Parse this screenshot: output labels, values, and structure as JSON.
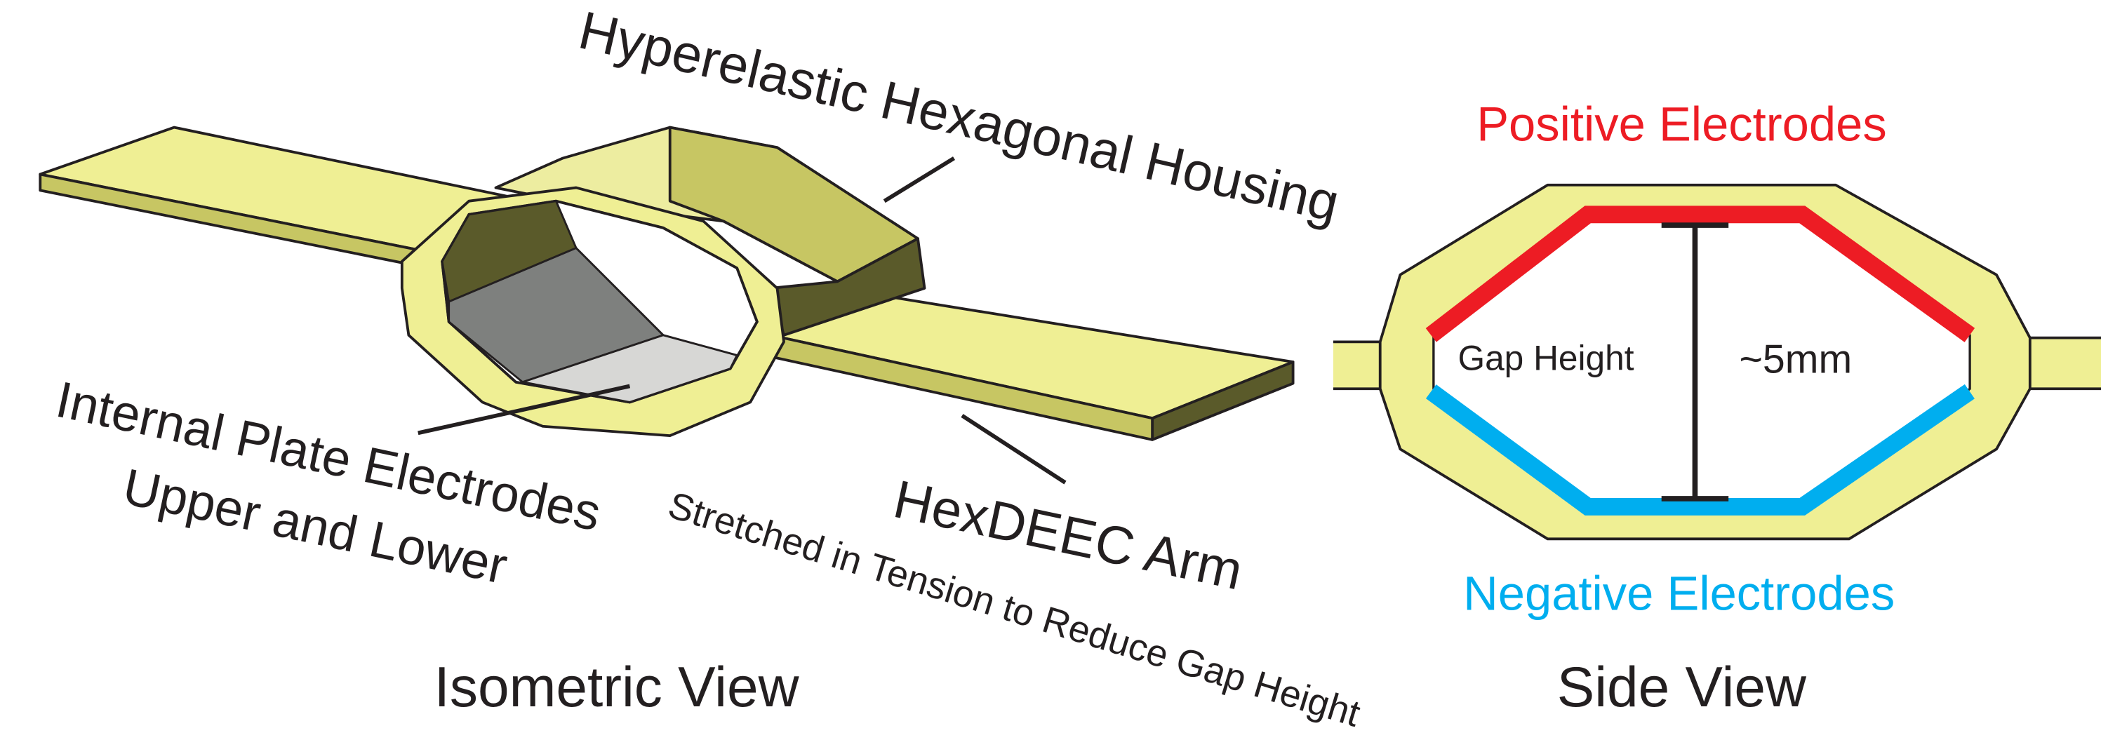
{
  "colors": {
    "housing_fill": "#efef94",
    "housing_top": "#ededa0",
    "housing_side": "#c7c663",
    "housing_dark": "#5a5a2a",
    "electrode_plate": "#7e807e",
    "electrode_plate_light": "#d7d7d5",
    "positive": "#ed1c24",
    "negative": "#00aeef",
    "outline": "#231f20"
  },
  "isometric": {
    "label_housing": "Hyperelastic Hexagonal Housing",
    "label_electrodes_line1": "Internal Plate Electrodes",
    "label_electrodes_line2": "Upper and Lower",
    "label_arm": "HexDEEC Arm",
    "label_arm_note": "Stretched in Tension to Reduce Gap Height",
    "caption": "Isometric View"
  },
  "side": {
    "label_positive": "Positive Electrodes",
    "label_negative": "Negative Electrodes",
    "label_gap": "Gap Height",
    "label_gap_value": "~5mm",
    "caption": "Side View"
  }
}
